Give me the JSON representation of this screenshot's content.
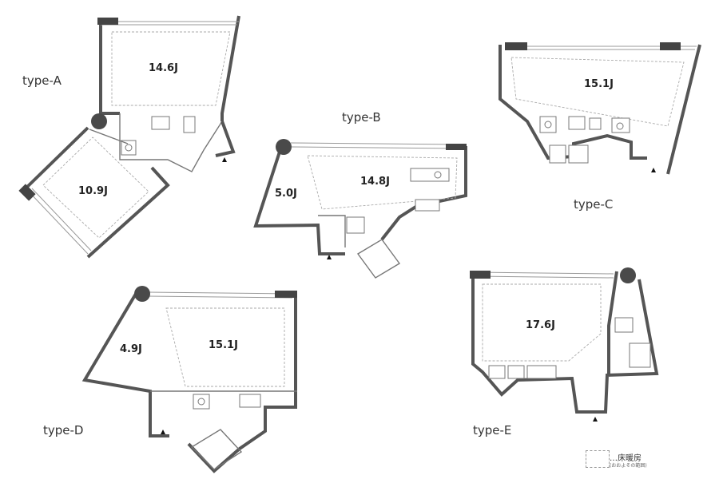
{
  "plans": {
    "a": {
      "label": "type-A",
      "rooms": [
        "14.6J",
        "10.9J"
      ]
    },
    "b": {
      "label": "type-B",
      "rooms": [
        "5.0J",
        "14.8J"
      ]
    },
    "c": {
      "label": "type-C",
      "rooms": [
        "15.1J"
      ]
    },
    "d": {
      "label": "type-D",
      "rooms": [
        "4.9J",
        "15.1J"
      ]
    },
    "e": {
      "label": "type-E",
      "rooms": [
        "17.6J"
      ]
    }
  },
  "legend": {
    "label": "…床暖房",
    "note": "(おおよその範囲)"
  },
  "icons": {
    "entrance": "entrance-triangle-icon",
    "column": "round-column-icon"
  }
}
